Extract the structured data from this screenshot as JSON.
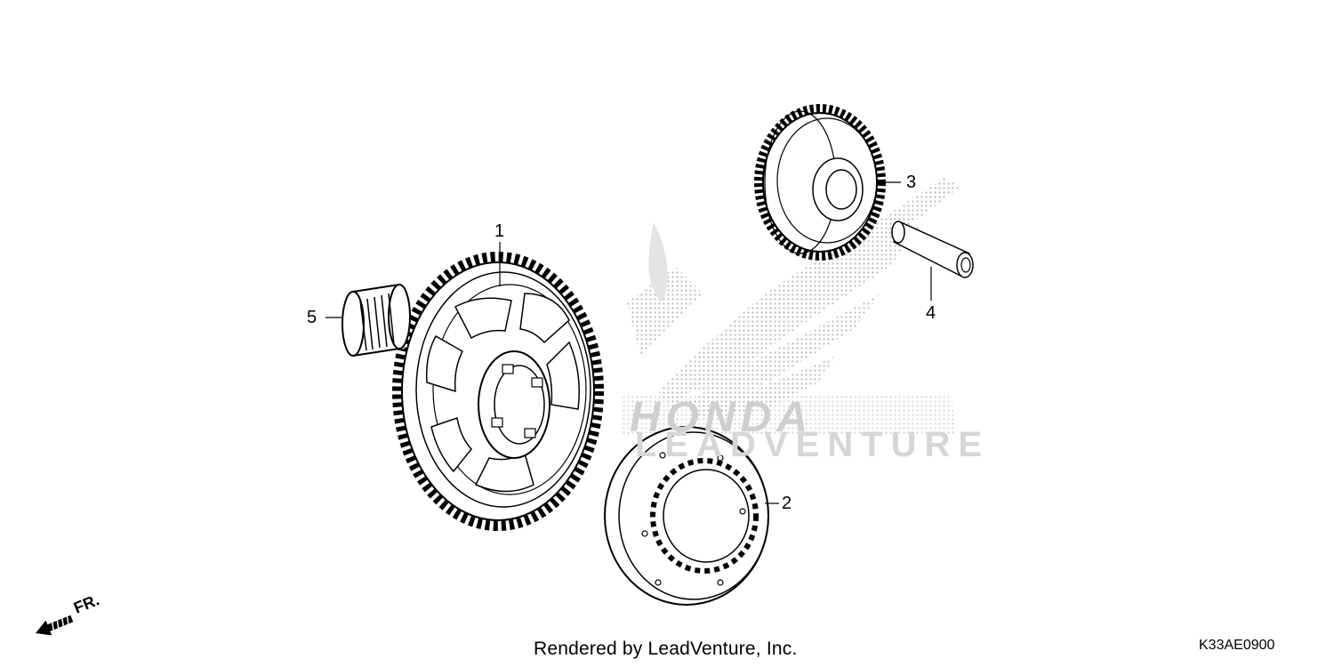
{
  "callouts": {
    "p1": "1",
    "p2": "2",
    "p3": "3",
    "p4": "4",
    "p5": "5"
  },
  "front_indicator": "FR.",
  "footer": {
    "rendered_by": "Rendered by LeadVenture, Inc.",
    "diagram_code": "K33AE0900"
  },
  "watermark": {
    "brand": "HONDA",
    "wordmark": "LEADVENTURE"
  }
}
